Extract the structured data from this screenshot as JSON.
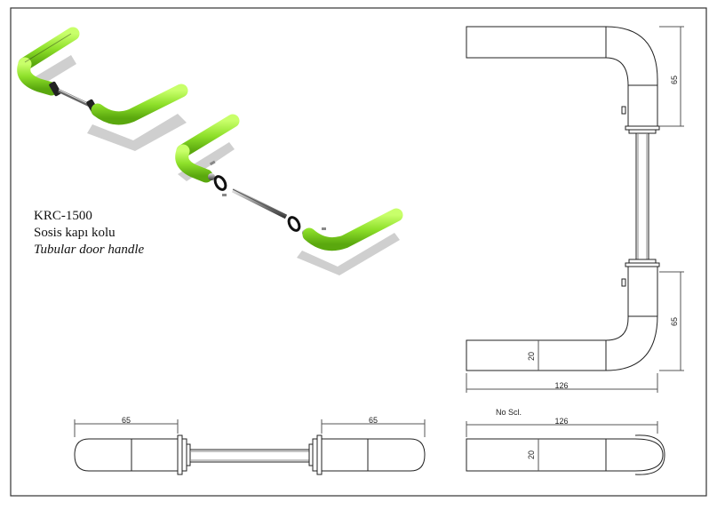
{
  "product": {
    "code": "KRC-1500",
    "name_tr": "Sosis kapı kolu",
    "name_en": "Tubular door handle"
  },
  "dimensions": {
    "front_top_height": "65",
    "front_bottom_height": "65",
    "front_bottom_width": "126",
    "front_bottom_thickness": "20",
    "top_left_length": "65",
    "top_right_length": "65",
    "side_note": "No Scl.",
    "side_width": "126",
    "side_thickness": "20"
  },
  "colors": {
    "handle_green": "#8ee02a",
    "line": "#222222",
    "frame": "#333333"
  }
}
